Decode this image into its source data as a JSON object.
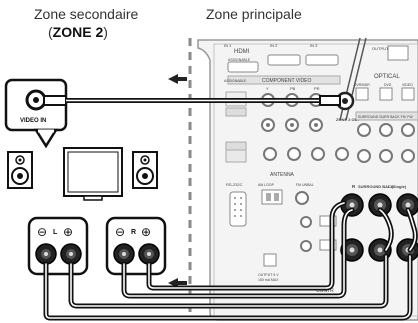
{
  "headings": {
    "secondary_zone": "Zone secondaire",
    "zone2_open": "(",
    "zone2_name": "ZONE 2",
    "zone2_close": ")",
    "main_zone": "Zone principale"
  },
  "left_side": {
    "video_in_label": "VIDEO IN",
    "speaker_left_marks": {
      "minus": "⊖",
      "channel": "L",
      "plus": "⊕"
    },
    "speaker_right_marks": {
      "minus": "⊖",
      "channel": "R",
      "plus": "⊕"
    }
  },
  "receiver_panel": {
    "hdmi": "HDMI",
    "hdmi_sub": "ASSIGNABLE",
    "hdmi_in2": "IN 2",
    "hdmi_in3": "IN 3",
    "hdmi_in1": "IN 1",
    "component_video": "COMPONENT VIDEO",
    "assignable": "ASSIGNABLE",
    "y": "Y",
    "pb": "PB",
    "pr": "PR",
    "optical": "OPTICAL",
    "output": "OUTPUT",
    "zone2_out": "ZONE 2 OUT",
    "antenna": "ANTENNA",
    "am_loop": "AM LOOP",
    "fm_unbal": "FM UNBAL",
    "rs232c": "RS-232C",
    "surround_back": "SURROUND BACK",
    "surround_back_l": "L (Single)",
    "surround_back_r": "R",
    "surround_row": "SURROUND  SURR BACK  FH/  FW",
    "dvr_bdr": "DVR/BDR",
    "dvd": "DVD",
    "video": "VIDEO",
    "out_5v": "OUTPUT 5 V",
    "out_ma": "150 mA MAX",
    "extension": "EXTENSION",
    "control": "CONTR"
  },
  "colors": {
    "line": "#1a1a1a",
    "panel_fill": "#f4f4f4",
    "panel_stroke": "#9a9a9a",
    "label": "#555555",
    "dash": "#8a8a8a"
  }
}
